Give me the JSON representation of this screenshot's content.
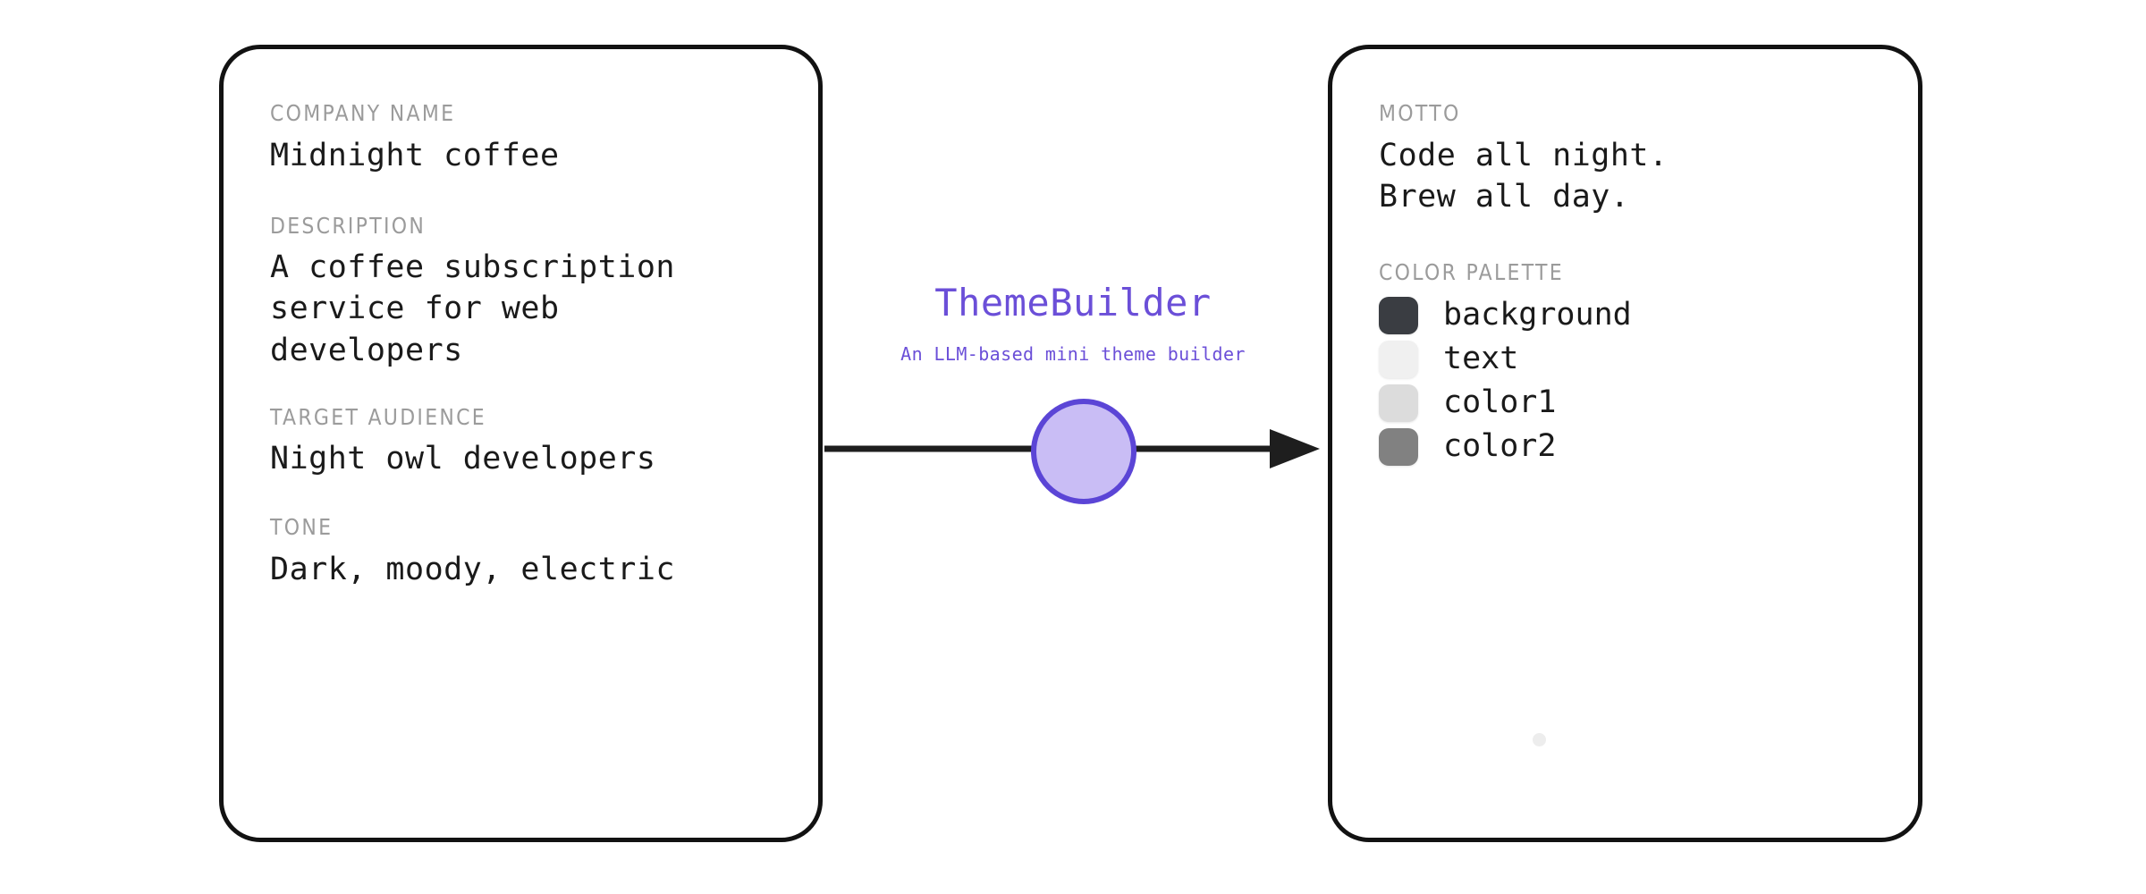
{
  "app": {
    "title": "ThemeBuilder",
    "subtitle": "An LLM-based mini theme builder",
    "accent_color": "#6b4fd8",
    "node_fill_color": "#c9bdf5",
    "node_border_color": "#5b45d6"
  },
  "input_card": {
    "fields": [
      {
        "label": "COMPANY NAME",
        "value": "Midnight coffee"
      },
      {
        "label": "DESCRIPTION",
        "value": "A coffee subscription\nservice for web\ndevelopers"
      },
      {
        "label": "TARGET AUDIENCE",
        "value": "Night owl developers"
      },
      {
        "label": "TONE",
        "value": "Dark, moody, electric"
      }
    ]
  },
  "output_card": {
    "motto": {
      "label": "MOTTO",
      "value": "Code all night.\nBrew all day."
    },
    "palette": {
      "label": "COLOR PALETTE",
      "swatches": [
        {
          "name": "background",
          "color": "#3a3d42"
        },
        {
          "name": "text",
          "color": "#f0f0f0"
        },
        {
          "name": "color1",
          "color": "#dcdcdc"
        },
        {
          "name": "color2",
          "color": "#818181"
        }
      ]
    }
  },
  "flow": {
    "arrow_color": "#1e1e1e",
    "direction": "left-to-right"
  }
}
